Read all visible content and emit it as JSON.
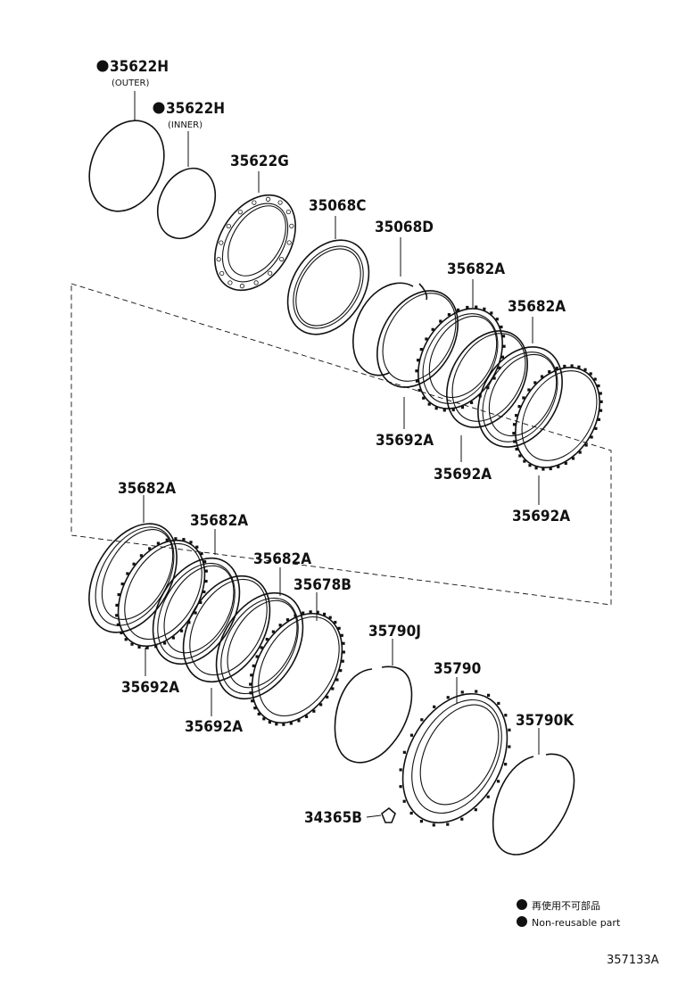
{
  "parts": [
    {
      "id": "p1",
      "number": "35622H",
      "note": "(OUTER)",
      "non_reusable": true
    },
    {
      "id": "p2",
      "number": "35622H",
      "note": "(INNER)",
      "non_reusable": true
    },
    {
      "id": "p3",
      "number": "35622G"
    },
    {
      "id": "p4",
      "number": "35068C"
    },
    {
      "id": "p5",
      "number": "35068D"
    },
    {
      "id": "p6",
      "number": "35682A"
    },
    {
      "id": "p7",
      "number": "35682A"
    },
    {
      "id": "p8",
      "number": "35692A"
    },
    {
      "id": "p9",
      "number": "35692A"
    },
    {
      "id": "p10",
      "number": "35692A"
    },
    {
      "id": "p11",
      "number": "35682A"
    },
    {
      "id": "p12",
      "number": "35682A"
    },
    {
      "id": "p13",
      "number": "35682A"
    },
    {
      "id": "p14",
      "number": "35678B"
    },
    {
      "id": "p15",
      "number": "35790J"
    },
    {
      "id": "p16",
      "number": "35790"
    },
    {
      "id": "p17",
      "number": "35790K"
    },
    {
      "id": "p18",
      "number": "35692A"
    },
    {
      "id": "p19",
      "number": "35692A"
    },
    {
      "id": "p20",
      "number": "34365B"
    }
  ],
  "legend": {
    "line1": "再使用不可部品",
    "line2": "Non-reusable part"
  },
  "figure_number": "357133A"
}
